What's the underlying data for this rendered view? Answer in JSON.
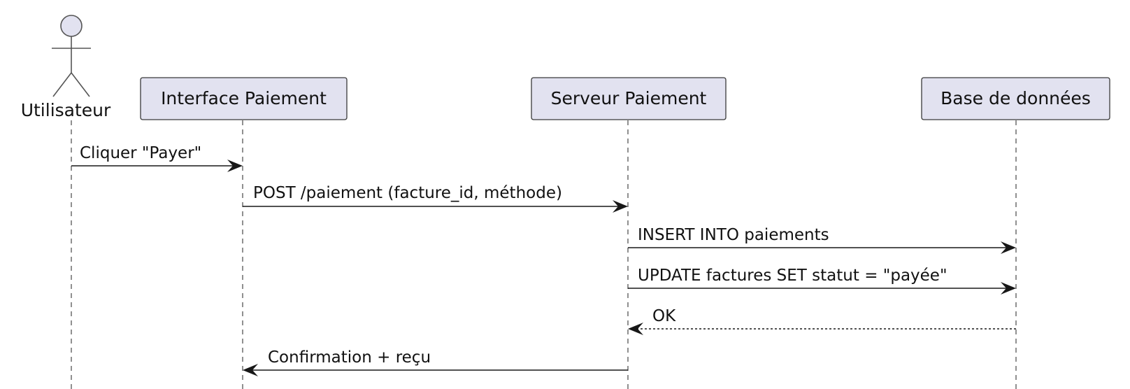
{
  "participants": {
    "user": {
      "label": "Utilisateur",
      "kind": "actor"
    },
    "ui": {
      "label": "Interface Paiement"
    },
    "server": {
      "label": "Serveur Paiement"
    },
    "db": {
      "label": "Base de données"
    }
  },
  "messages": [
    {
      "from": "user",
      "to": "ui",
      "label": "Cliquer \"Payer\"",
      "style": "solid"
    },
    {
      "from": "ui",
      "to": "server",
      "label": "POST /paiement (facture_id, méthode)",
      "style": "solid"
    },
    {
      "from": "server",
      "to": "db",
      "label": "INSERT INTO paiements",
      "style": "solid"
    },
    {
      "from": "server",
      "to": "db",
      "label": "UPDATE factures SET statut = \"payée\"",
      "style": "solid"
    },
    {
      "from": "db",
      "to": "server",
      "label": "OK",
      "style": "dashed"
    },
    {
      "from": "server",
      "to": "ui",
      "label": "Confirmation + reçu",
      "style": "solid"
    }
  ],
  "colors": {
    "participant_fill": "#e2e2f0",
    "participant_border": "#3a3a3a",
    "lifeline": "#555555",
    "arrow": "#181818",
    "text": "#111111"
  }
}
